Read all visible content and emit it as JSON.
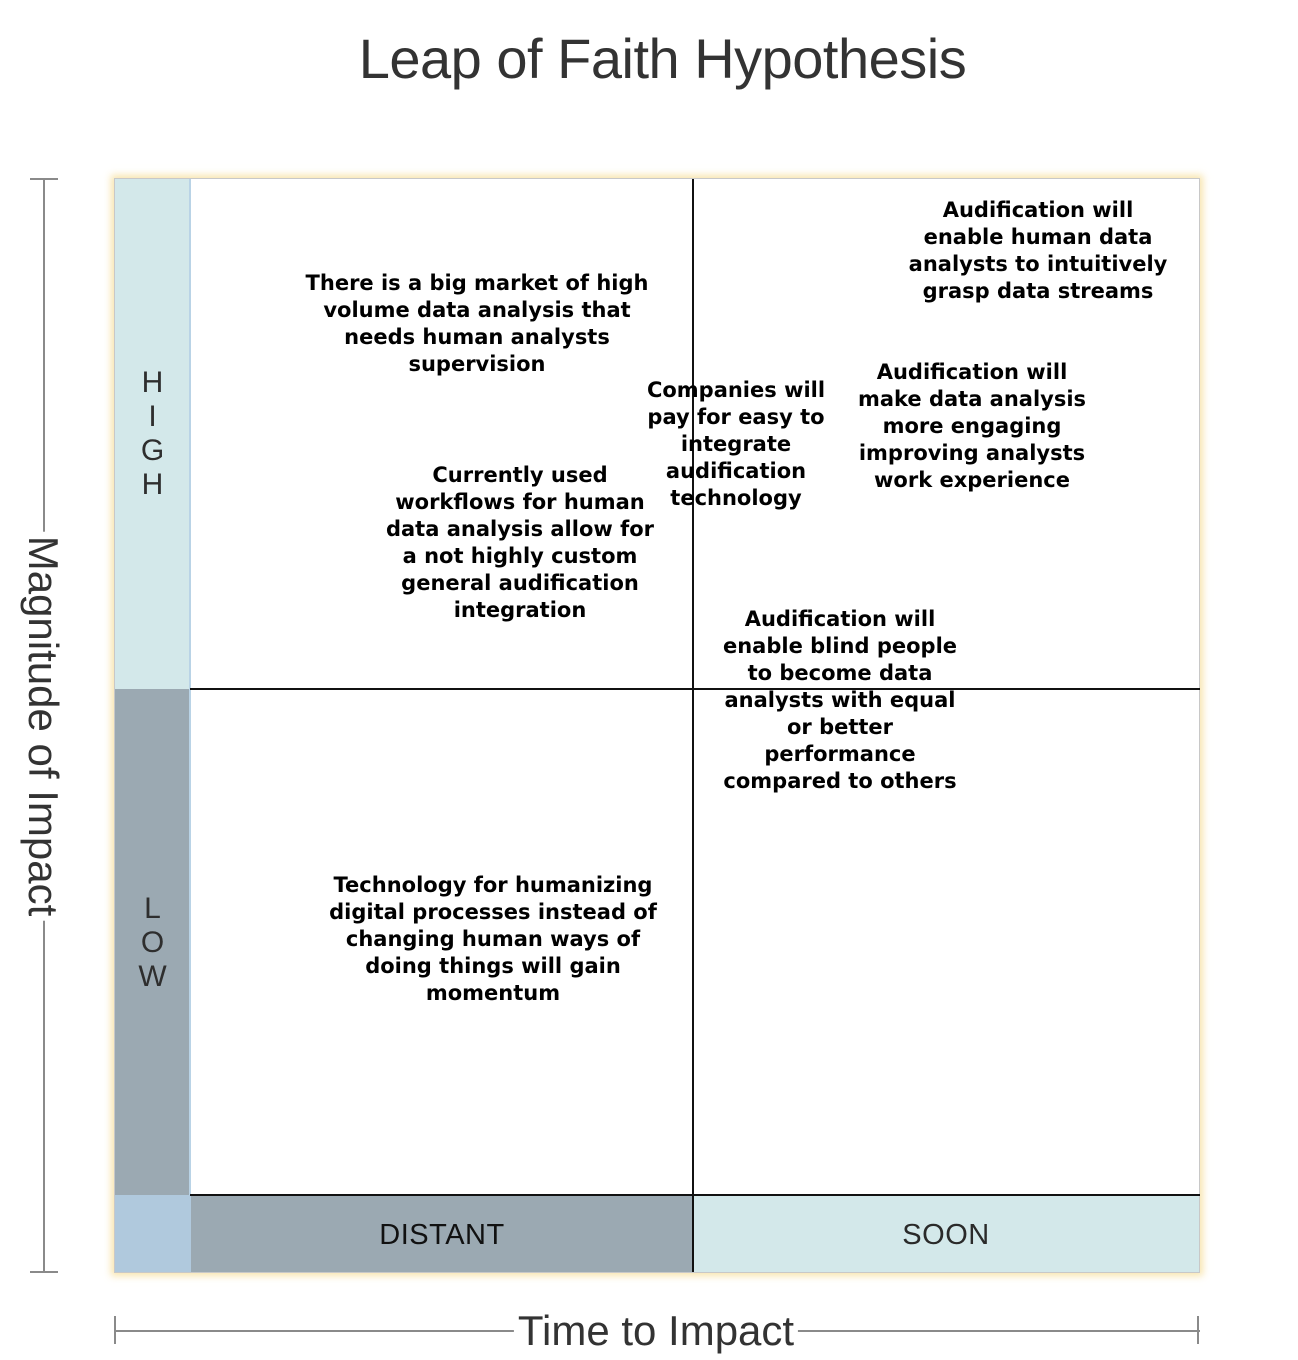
{
  "title": "Leap of Faith Hypothesis",
  "axes": {
    "y_label": "Magnitude of Impact",
    "x_label": "Time to Impact"
  },
  "rows": {
    "high": [
      "H",
      "I",
      "G",
      "H"
    ],
    "low": [
      "L",
      "O",
      "W"
    ]
  },
  "columns": {
    "distant": "DISTANT",
    "soon": "SOON"
  },
  "hypotheses": [
    {
      "id": "market",
      "lines": [
        "There is a big market of high",
        "volume data analysis that",
        "needs human analysts",
        "supervision"
      ]
    },
    {
      "id": "workflows",
      "lines": [
        "Currently used",
        "workflows for human",
        "data analysis allow for",
        "a not highly custom",
        "general audification",
        "integration"
      ]
    },
    {
      "id": "companies",
      "lines": [
        "Companies will",
        "pay for easy to",
        "integrate",
        "audification",
        "technology"
      ]
    },
    {
      "id": "intuitive",
      "lines": [
        "Audification will",
        "enable human data",
        "analysts to intuitively",
        "grasp data streams"
      ]
    },
    {
      "id": "engaging",
      "lines": [
        "Audification will",
        "make data analysis",
        "more engaging",
        "improving analysts",
        "work experience"
      ]
    },
    {
      "id": "blind",
      "lines": [
        "Audification will",
        "enable blind people",
        "to become data",
        "analysts with equal",
        "or better",
        "performance",
        "compared to others"
      ]
    },
    {
      "id": "humanizing",
      "lines": [
        "Technology for humanizing",
        "digital processes instead of",
        "changing human ways of",
        "doing things will gain",
        "momentum"
      ]
    }
  ]
}
